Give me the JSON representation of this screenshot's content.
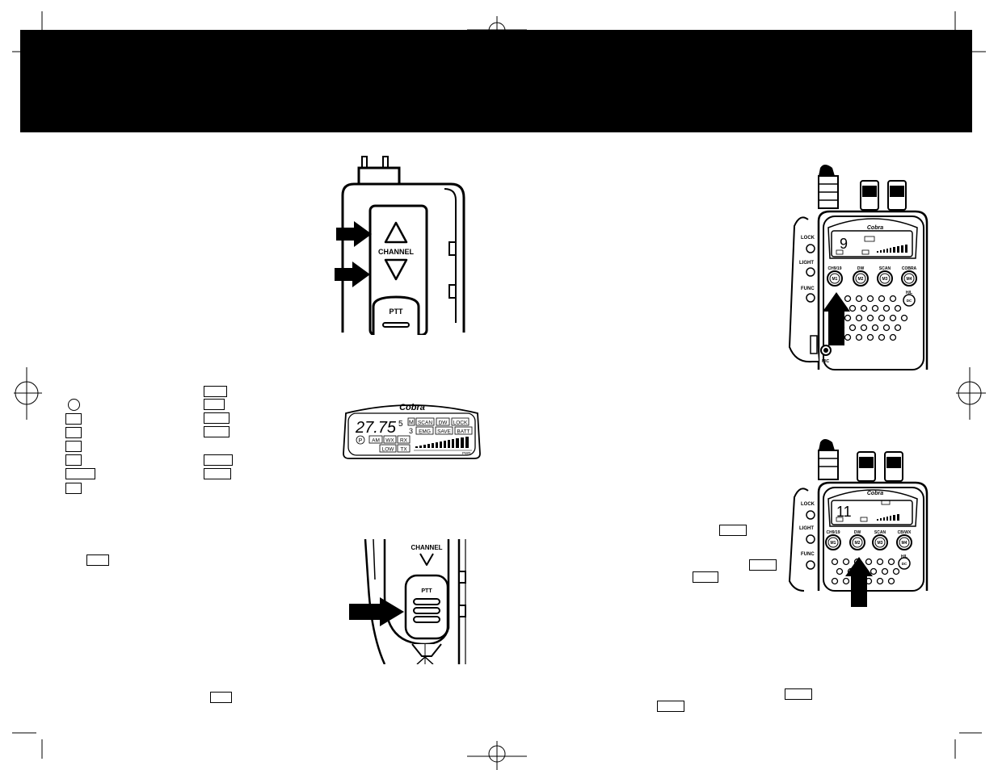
{
  "fig_channel": {
    "label": "CHANNEL",
    "ptt": "PTT"
  },
  "fig_ptt": {
    "label": "CHANNEL",
    "ptt": "PTT"
  },
  "fig_lcd": {
    "brand": "Cobra",
    "freq": "27.75",
    "freq_sub": "5",
    "small_digit": "3",
    "m": "M",
    "scan": "SCAN",
    "dw": "DW",
    "lock": "LOCK",
    "emg": "EMG",
    "save": "SAVE",
    "batt": "BATT",
    "am": "AM",
    "wx": "WX",
    "rx": "RX",
    "low": "LOW",
    "tx": "TX",
    "p": "P",
    "pwr": "PWR"
  },
  "fig_radio_a": {
    "brand": "Cobra",
    "channel": "9",
    "lock": "LOCK",
    "light": "LIGHT",
    "func": "FUNC",
    "mic": "MIC",
    "hl": "H/L",
    "dc": "DC",
    "b1": "M1",
    "b2": "M2",
    "b3": "M3",
    "b4": "M4",
    "t1": "CH9/19",
    "t2": "DW",
    "t3": "SCAN",
    "t4": "COBRA"
  },
  "fig_radio_b": {
    "brand": "Cobra",
    "channel": "11",
    "lock": "LOCK",
    "light": "LIGHT",
    "func": "FUNC",
    "hl": "H/L",
    "dc": "DC",
    "b1": "M1",
    "b2": "M2",
    "b3": "M3",
    "b4": "M4",
    "t1": "CH9/19",
    "t2": "DW",
    "t3": "SCAN",
    "t4": "CB/WX"
  }
}
